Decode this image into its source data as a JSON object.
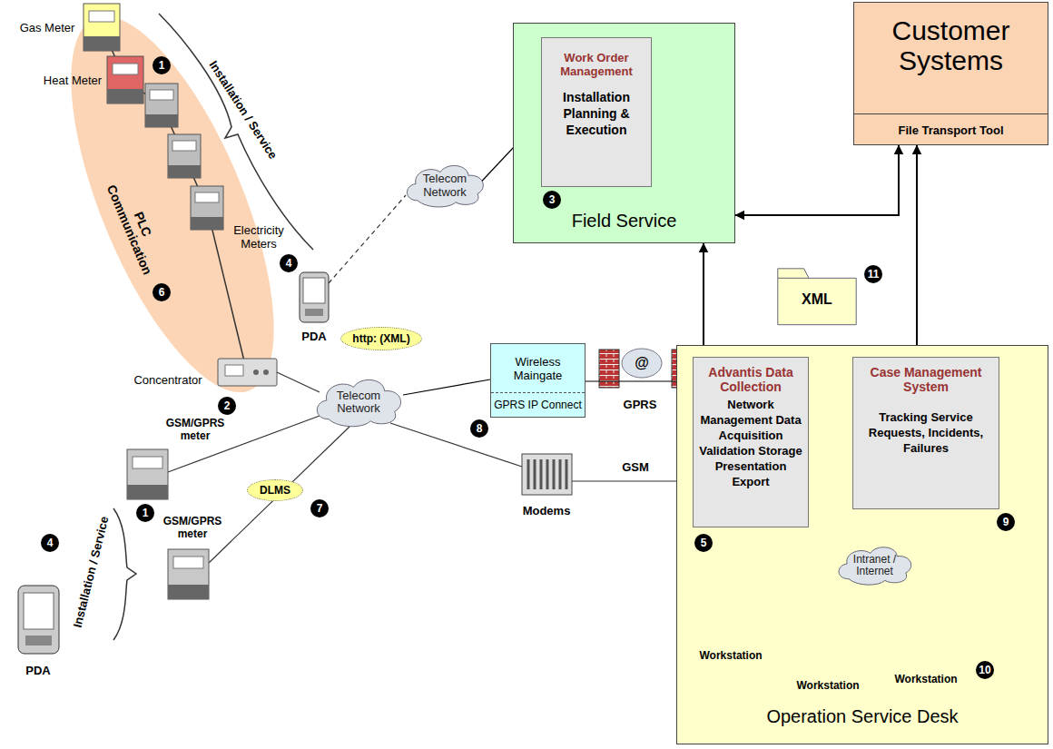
{
  "diagram": {
    "nodes": [
      {
        "text": [
          "Customer Systems"
        ]
      },
      {
        "text": [
          "File Transport Tool"
        ],
        "in": 0
      },
      {
        "text": [
          "Field Service"
        ]
      },
      {
        "text": [
          "Work Order Management",
          "Installation Planning & Execution"
        ],
        "in": 2
      },
      {
        "text": [
          "Telecom Network"
        ]
      },
      {
        "text": [
          "XML"
        ]
      },
      {
        "text": [
          "http: (XML)"
        ]
      },
      {
        "text": [
          "Telecom Network"
        ]
      },
      {
        "text": [
          "DLMS"
        ]
      },
      {
        "text": [
          "Wireless Maingate",
          "GPRS IP Connect"
        ]
      },
      {
        "text": [
          "Operation Service Desk"
        ]
      },
      {
        "text": [
          "Advantis Data Collection",
          "Network Management Data Acquisition Validation Storage Presentation Export"
        ],
        "in": 10
      },
      {
        "text": [
          "Case Management System",
          "Tracking Service Requests, Incidents, Failures"
        ],
        "in": 10
      },
      {
        "text": [
          "Intranet / Internet"
        ],
        "in": 10
      }
    ],
    "edges": [
      {
        "from": 2,
        "to": 0,
        "arrow": "both"
      },
      {
        "from": 2,
        "to": 11,
        "arrow": "both"
      },
      {
        "from": 0,
        "to": 12,
        "arrow": "both"
      },
      {
        "from": 3,
        "to": 4,
        "arrow": "none"
      },
      {
        "from": 7,
        "to": 9,
        "arrow": "none"
      },
      {
        "from": 9,
        "to": 11,
        "arrow": "none"
      },
      {
        "from": 11,
        "to": 13,
        "arrow": "none"
      },
      {
        "from": 12,
        "to": 13,
        "arrow": "none"
      }
    ],
    "labels": [
      "Gas Meter",
      "Heat Meter",
      "1",
      "Electricity Meters",
      "PLC Communication",
      "6",
      "Concentrator",
      "2",
      "Installation / Service",
      "4",
      "PDA",
      "3",
      "11",
      "GSM/GPRS meter",
      "1",
      "GSM/GPRS meter",
      "7",
      "Installation / Service",
      "4",
      "PDA",
      "8",
      "@",
      "GPRS",
      "Modems",
      "GSM",
      "5",
      "9",
      "Workstation",
      "Workstation",
      "Workstation",
      "10"
    ]
  }
}
